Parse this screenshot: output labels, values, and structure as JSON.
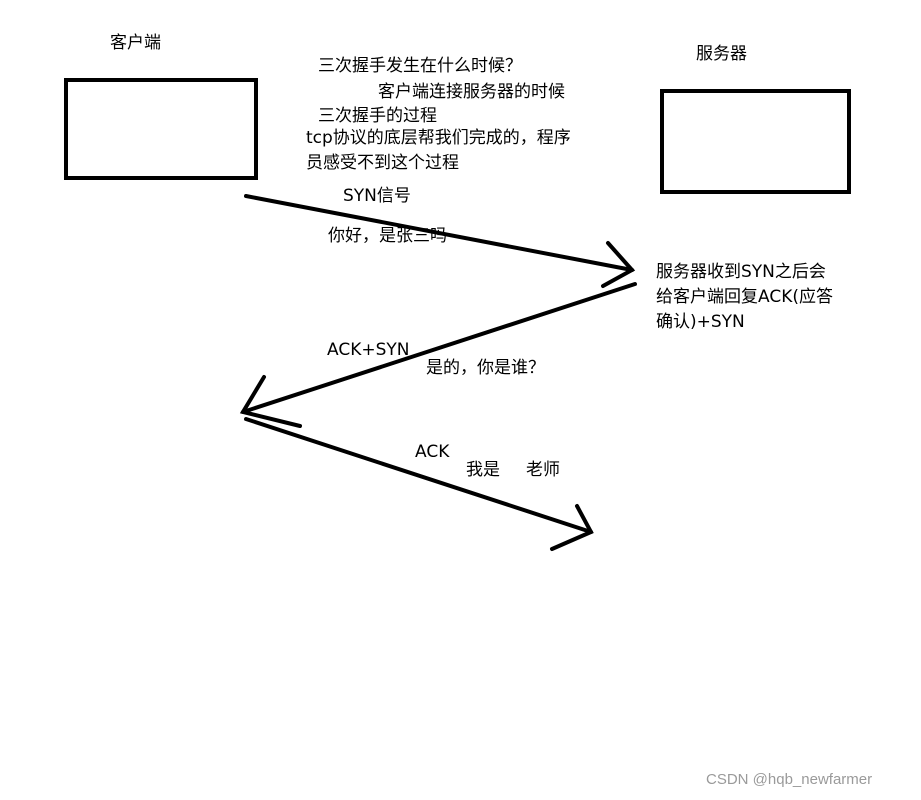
{
  "nodes": {
    "client": "客户端",
    "server": "服务器"
  },
  "notes": {
    "q1": "三次握手发生在什么时候？",
    "a1": "客户端连接服务器的时候",
    "q2": "三次握手的过程",
    "a2_line1": "tcp协议的底层帮我们完成的，程序",
    "a2_line2": "员感受不到这个过程"
  },
  "steps": {
    "syn": {
      "label": "SYN信号",
      "speech": "你好，是张三吗"
    },
    "server_note": {
      "line1": "服务器收到SYN之后会",
      "line2": "给客户端回复ACK(应答",
      "line3": "确认)+SYN"
    },
    "ack_syn": {
      "label": "ACK+SYN",
      "speech": "是的，你是谁？"
    },
    "ack": {
      "label": "ACK",
      "speech_1": "我是",
      "speech_2": "老师"
    }
  },
  "watermark": "CSDN @hqb_newfarmer",
  "colors": {
    "ink": "#000000",
    "background": "#ffffff",
    "watermark": "#9a9a9a"
  }
}
